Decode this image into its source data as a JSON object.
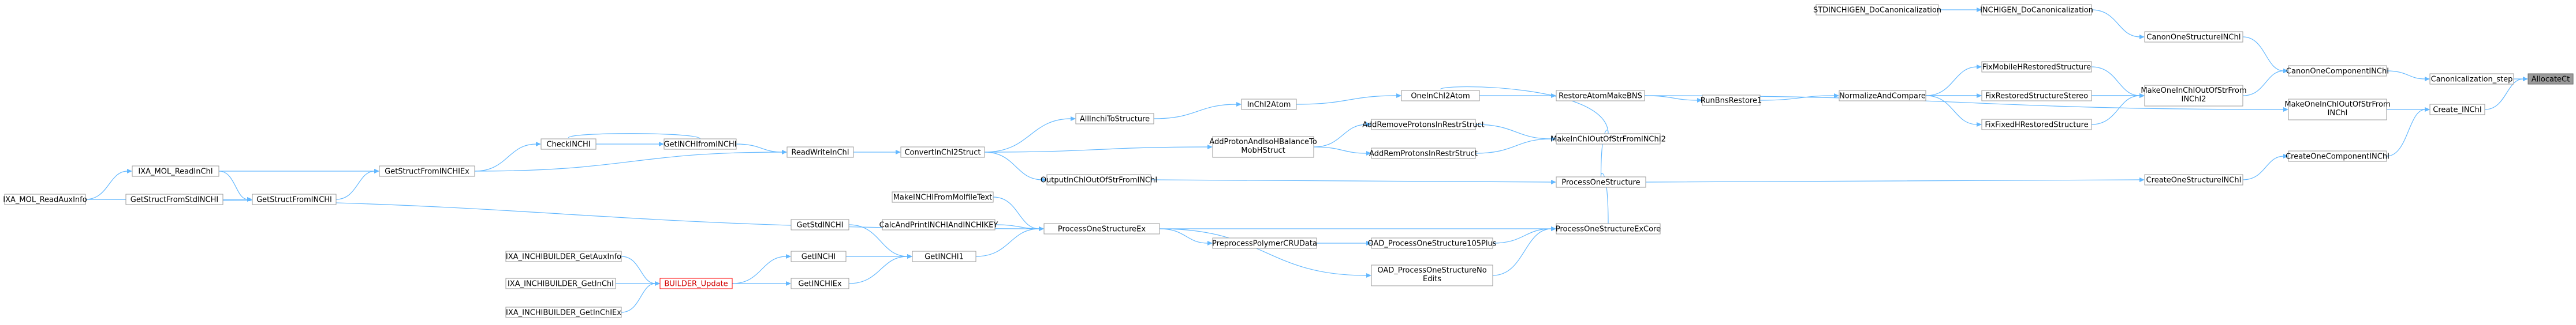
{
  "colors": {
    "edge": "#63b8ff",
    "node_border": "#999999",
    "highlight_fill": "#9a9a9a",
    "alert": "#ff0000"
  },
  "nodes": {
    "AllocateCt": "AllocateCt",
    "Canonicalization_step": "Canonicalization_step",
    "Create_INChI": "Create_INChI",
    "CanonOneComponentINChI": "CanonOneComponentINChI",
    "CanonOneStructureINChI": "CanonOneStructureINChI",
    "MakeOneInChIOutOfStrFromINChI": "MakeOneInChIOutOfStrFrom INChI",
    "CreateOneComponentINChI": "CreateOneComponentINChI",
    "INCHIGEN_DoCanonicalization": "INCHIGEN_DoCanonicalization",
    "STDINCHIGEN_DoCanonicalization": "STDINCHIGEN_DoCanonicalization",
    "MakeOneInChIOutOfStrFromINChI2": "MakeOneInChIOutOfStrFrom INChI2",
    "CreateOneStructureINChI": "CreateOneStructureINChI",
    "FixMobileHRestoredStructure": "FixMobileHRestoredStructure",
    "FixRestoredStructureStereo": "FixRestoredStructureStereo",
    "FixFixedHRestoredStructure": "FixFixedHRestoredStructure",
    "NormalizeAndCompare": "NormalizeAndCompare",
    "RunBnsRestore1": "RunBnsRestore1",
    "RestoreAtomMakeBNS": "RestoreAtomMakeBNS",
    "MakeInChIOutOfStrFromINChI2": "MakeInChIOutOfStrFromINChI2",
    "ProcessOneStructure": "ProcessOneStructure",
    "ProcessOneStructureExCore": "ProcessOneStructureExCore",
    "OneInChI2Atom": "OneInChI2Atom",
    "AddRemoveProtonsInRestrStruct": "AddRemoveProtonsInRestrStruct",
    "AddRemProtonsInRestrStruct": "AddRemProtonsInRestrStruct",
    "InChI2Atom": "InChI2Atom",
    "AllInchiToStructure": "AllInchiToStructure",
    "AddProtonAndIsoHBalanceToMobHStruct": "AddProtonAndIsoHBalanceTo MobHStruct",
    "OutputInChIOutOfStrFromINChI": "OutputInChIOutOfStrFromINChI",
    "ConvertInChI2Struct": "ConvertInChI2Struct",
    "ReadWriteInChI": "ReadWriteInChI",
    "GetINCHIfromINCHI": "GetINCHIfromINCHI",
    "CheckINCHI": "CheckINCHI",
    "GetStructFromINCHIEx": "GetStructFromINCHIEx",
    "GetStructFromINCHI": "GetStructFromINCHI",
    "IXA_MOL_ReadInChI": "IXA_MOL_ReadInChI",
    "GetStructFromStdINCHI": "GetStructFromStdINCHI",
    "IXA_MOL_ReadAuxInfo": "IXA_MOL_ReadAuxInfo",
    "OAD_ProcessOneStructure105Plus": "OAD_ProcessOneStructure105Plus",
    "OAD_ProcessOneStructureNoEdits": "OAD_ProcessOneStructureNo Edits",
    "ProcessOneStructureEx": "ProcessOneStructureEx",
    "PreprocessPolymerCRUData": "PreprocessPolymerCRUData",
    "MakeINCHIFromMolfileText": "MakeINCHIFromMolfileText",
    "CalcAndPrintINCHIAndINCHIKEY": "CalcAndPrintINCHIAndINCHIKEY",
    "GetINCHI1": "GetINCHI1",
    "GetStdINCHI": "GetStdINCHI",
    "GetINCHI": "GetINCHI",
    "GetINCHIEx": "GetINCHIEx",
    "BUILDER_Update": "BUILDER_Update",
    "IXA_INCHIBUILDER_GetAuxInfo": "IXA_INCHIBUILDER_GetAuxInfo",
    "IXA_INCHIBUILDER_GetInChI": "IXA_INCHIBUILDER_GetInChI",
    "IXA_INCHIBUILDER_GetInChIEx": "IXA_INCHIBUILDER_GetInChIEx"
  },
  "edges": [
    [
      "Canonicalization_step",
      "AllocateCt"
    ],
    [
      "Create_INChI",
      "AllocateCt"
    ],
    [
      "CanonOneComponentINChI",
      "Canonicalization_step"
    ],
    [
      "MakeOneInChIOutOfStrFromINChI",
      "Create_INChI"
    ],
    [
      "CreateOneComponentINChI",
      "Create_INChI"
    ],
    [
      "CanonOneStructureINChI",
      "CanonOneComponentINChI"
    ],
    [
      "MakeOneInChIOutOfStrFromINChI2",
      "CanonOneComponentINChI"
    ],
    [
      "INCHIGEN_DoCanonicalization",
      "CanonOneStructureINChI"
    ],
    [
      "STDINCHIGEN_DoCanonicalization",
      "INCHIGEN_DoCanonicalization"
    ],
    [
      "RestoreAtomMakeBNS",
      "MakeOneInChIOutOfStrFromINChI"
    ],
    [
      "CreateOneStructureINChI",
      "CreateOneComponentINChI"
    ],
    [
      "FixMobileHRestoredStructure",
      "MakeOneInChIOutOfStrFromINChI2"
    ],
    [
      "FixRestoredStructureStereo",
      "MakeOneInChIOutOfStrFromINChI2"
    ],
    [
      "FixFixedHRestoredStructure",
      "MakeOneInChIOutOfStrFromINChI2"
    ],
    [
      "NormalizeAndCompare",
      "MakeOneInChIOutOfStrFromINChI2"
    ],
    [
      "NormalizeAndCompare",
      "FixMobileHRestoredStructure"
    ],
    [
      "NormalizeAndCompare",
      "FixRestoredStructureStereo"
    ],
    [
      "NormalizeAndCompare",
      "FixFixedHRestoredStructure"
    ],
    [
      "RunBnsRestore1",
      "NormalizeAndCompare"
    ],
    [
      "RestoreAtomMakeBNS",
      "RunBnsRestore1"
    ],
    [
      "OneInChI2Atom",
      "RestoreAtomMakeBNS"
    ],
    [
      "ProcessOneStructure",
      "MakeInChIOutOfStrFromINChI2"
    ],
    [
      "ProcessOneStructure",
      "CreateOneStructureINChI"
    ],
    [
      "MakeInChIOutOfStrFromINChI2",
      "OneInChI2Atom"
    ],
    [
      "AddRemoveProtonsInRestrStruct",
      "MakeInChIOutOfStrFromINChI2"
    ],
    [
      "AddRemProtonsInRestrStruct",
      "MakeInChIOutOfStrFromINChI2"
    ],
    [
      "InChI2Atom",
      "OneInChI2Atom"
    ],
    [
      "AllInchiToStructure",
      "InChI2Atom"
    ],
    [
      "ConvertInChI2Struct",
      "AllInchiToStructure"
    ],
    [
      "AddProtonAndIsoHBalanceToMobHStruct",
      "AddRemoveProtonsInRestrStruct"
    ],
    [
      "AddProtonAndIsoHBalanceToMobHStruct",
      "AddRemProtonsInRestrStruct"
    ],
    [
      "ConvertInChI2Struct",
      "AddProtonAndIsoHBalanceToMobHStruct"
    ],
    [
      "OutputInChIOutOfStrFromINChI",
      "ProcessOneStructure"
    ],
    [
      "ProcessOneStructureExCore",
      "ProcessOneStructure"
    ],
    [
      "ConvertInChI2Struct",
      "OutputInChIOutOfStrFromINChI"
    ],
    [
      "ReadWriteInChI",
      "ConvertInChI2Struct"
    ],
    [
      "GetINCHIfromINCHI",
      "ReadWriteInChI"
    ],
    [
      "GetStructFromINCHIEx",
      "ReadWriteInChI"
    ],
    [
      "CheckINCHI",
      "GetINCHIfromINCHI"
    ],
    [
      "GetINCHIfromINCHI",
      "CheckINCHI"
    ],
    [
      "GetStructFromINCHIEx",
      "CheckINCHI"
    ],
    [
      "GetStructFromINCHI",
      "GetStructFromINCHIEx"
    ],
    [
      "IXA_MOL_ReadInChI",
      "GetStructFromINCHIEx"
    ],
    [
      "IXA_MOL_ReadInChI",
      "GetStructFromINCHI"
    ],
    [
      "GetStructFromStdINCHI",
      "GetStructFromINCHI"
    ],
    [
      "IXA_MOL_ReadAuxInfo",
      "IXA_MOL_ReadInChI"
    ],
    [
      "IXA_MOL_ReadAuxInfo",
      "ProcessOneStructureEx"
    ],
    [
      "OAD_ProcessOneStructure105Plus",
      "ProcessOneStructureExCore"
    ],
    [
      "OAD_ProcessOneStructureNoEdits",
      "ProcessOneStructureExCore"
    ],
    [
      "ProcessOneStructureEx",
      "ProcessOneStructureExCore"
    ],
    [
      "ProcessOneStructureEx",
      "PreprocessPolymerCRUData"
    ],
    [
      "PreprocessPolymerCRUData",
      "OAD_ProcessOneStructure105Plus"
    ],
    [
      "ProcessOneStructureEx",
      "OAD_ProcessOneStructureNoEdits"
    ],
    [
      "MakeINCHIFromMolfileText",
      "ProcessOneStructureEx"
    ],
    [
      "CalcAndPrintINCHIAndINCHIKEY",
      "ProcessOneStructureEx"
    ],
    [
      "GetINCHI1",
      "ProcessOneStructureEx"
    ],
    [
      "GetStdINCHI",
      "GetINCHI1"
    ],
    [
      "GetINCHI",
      "GetINCHI1"
    ],
    [
      "GetINCHIEx",
      "GetINCHI1"
    ],
    [
      "BUILDER_Update",
      "GetINCHI"
    ],
    [
      "BUILDER_Update",
      "GetINCHIEx"
    ],
    [
      "IXA_INCHIBUILDER_GetAuxInfo",
      "BUILDER_Update"
    ],
    [
      "IXA_INCHIBUILDER_GetInChI",
      "BUILDER_Update"
    ],
    [
      "IXA_INCHIBUILDER_GetInChIEx",
      "BUILDER_Update"
    ]
  ]
}
